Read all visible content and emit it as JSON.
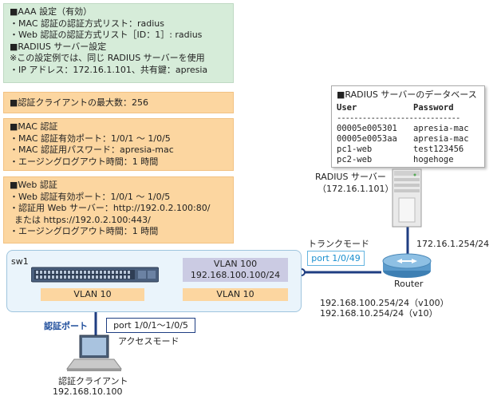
{
  "aaa": {
    "lines": [
      "■AAA 設定（有効）",
      "・MAC 認証の認証方式リスト：radius",
      "・Web 認証の認証方式リスト［ID：1］: radius",
      "■RADIUS サーバー設定",
      "※この設定例では、同じ RADIUS サーバーを使用",
      "・IP アドレス：172.16.1.101、共有鍵：apresia"
    ]
  },
  "max_clients": "■認証クライアントの最大数：256",
  "mac_auth": {
    "lines": [
      "■MAC 認証",
      "・MAC 認証有効ポート：1/0/1 ～ 1/0/5",
      "・MAC 認証用パスワード：apresia-mac",
      "・エージングログアウト時間：1 時間"
    ]
  },
  "web_auth": {
    "lines": [
      "■Web 認証",
      "・Web 認証有効ポート：1/0/1 ～ 1/0/5",
      "・認証用 Web サーバー：http://192.0.2.100:80/",
      "  または https://192.0.2.100:443/",
      "・エージングログアウト時間：1 時間"
    ]
  },
  "radius_db": {
    "title": "■RADIUS サーバーのデータベース",
    "col_user": "User",
    "col_password": "Password",
    "separator": "-----------------------------",
    "rows": [
      {
        "user": "00005e005301",
        "password": "apresia-mac"
      },
      {
        "user": "00005e0053aa",
        "password": "apresia-mac"
      },
      {
        "user": "pc1-web",
        "password": "test123456"
      },
      {
        "user": "pc2-web",
        "password": "hogehoge"
      }
    ]
  },
  "radius_server": {
    "label": "RADIUS サーバー",
    "ip": "（172.16.1.101）",
    "link_ip": "172.16.1.254/24"
  },
  "router": {
    "label": "Router",
    "ip_v100": "192.168.100.254/24（v100）",
    "ip_v10": "192.168.10.254/24（v10）"
  },
  "trunk": {
    "label": "トランクモード",
    "port": "port 1/0/49"
  },
  "sw1": {
    "label": "sw1",
    "vlan100_name": "VLAN 100",
    "vlan100_ip": "192.168.100.100/24",
    "vlan10_left": "VLAN 10",
    "vlan10_right": "VLAN 10"
  },
  "access": {
    "auth_port_label": "認証ポート",
    "port": "port 1/0/1～1/0/5",
    "mode": "アクセスモード"
  },
  "client": {
    "label": "認証クライアント",
    "ip": "192.168.10.100"
  },
  "colors": {
    "link": "#1f3e82",
    "trunk_link": "#2a9ad6",
    "green_box": "#d6ecd9",
    "orange_box": "#fcd6a0",
    "vlan100_box": "#cbcbe3"
  }
}
